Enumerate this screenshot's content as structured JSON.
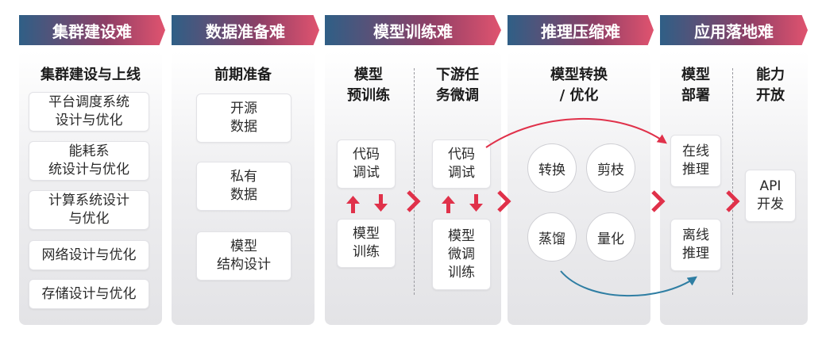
{
  "headers": [
    "集群建设难",
    "数据准备难",
    "模型训练难",
    "推理压缩难",
    "应用落地难"
  ],
  "col1": {
    "title": "集群建设与上线",
    "items": [
      "平台调度系统\n设计与优化",
      "能耗系\n统设计与优化",
      "计算系统设计\n与优化",
      "网络设计与优化",
      "存储设计与优化"
    ]
  },
  "col2": {
    "title": "前期准备",
    "items": [
      "开源\n数据",
      "私有\n数据",
      "模型\n结构设计"
    ]
  },
  "col3": {
    "left": {
      "title": "模型\n预训练",
      "top": "代码\n调试",
      "bottom": "模型\n训练"
    },
    "right": {
      "title": "下游任\n务微调",
      "top": "代码\n调试",
      "bottom": "模型\n微调\n训练"
    }
  },
  "col4": {
    "title": "模型转换\n/ 优化",
    "circles": [
      "转换",
      "剪枝",
      "蒸馏",
      "量化"
    ]
  },
  "col5": {
    "left": {
      "title": "模型\n部署",
      "items": [
        "在线\n推理",
        "离线\n推理"
      ]
    },
    "right": {
      "title": "能力\n开放",
      "item": "API\n开发"
    }
  },
  "colors": {
    "red": "#e0314a",
    "blue": "#2f7ea3"
  }
}
